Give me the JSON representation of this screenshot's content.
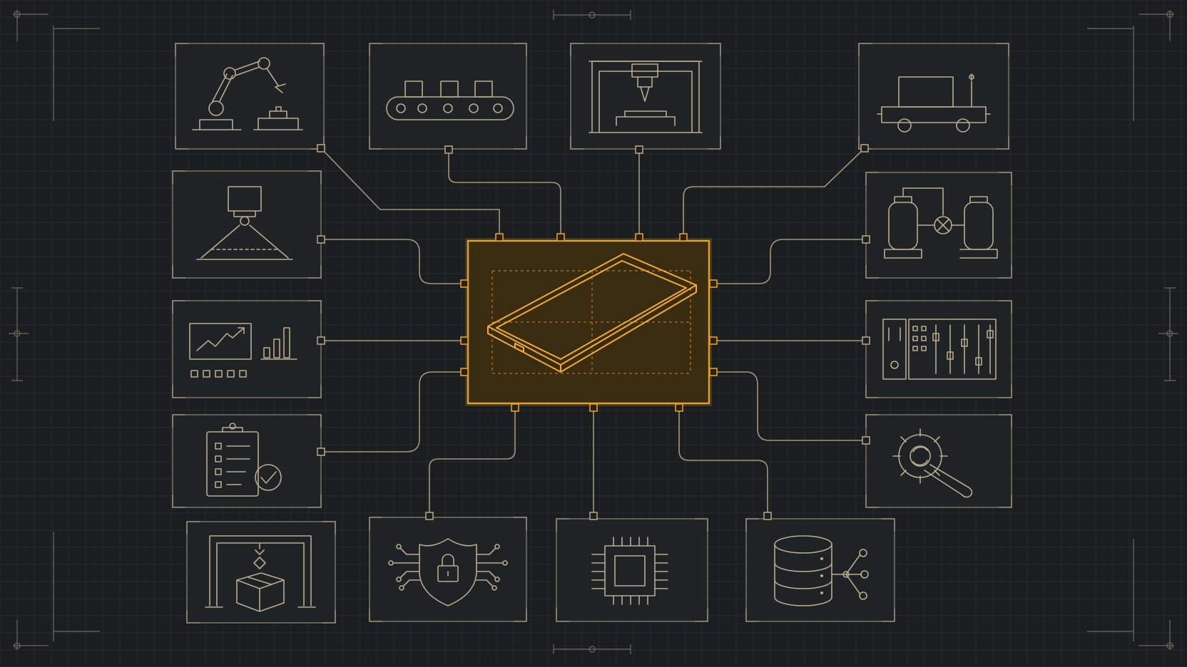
{
  "diagram": {
    "description_nodes": [
      {
        "id": "robotic-arm",
        "icon": "robotic-arm-icon"
      },
      {
        "id": "conveyor",
        "icon": "conveyor-belt-icon"
      },
      {
        "id": "cnc-machine",
        "icon": "cnc-machine-icon"
      },
      {
        "id": "transport-vehicle",
        "icon": "vehicle-icon"
      },
      {
        "id": "vision-scanner",
        "icon": "camera-scanner-icon"
      },
      {
        "id": "tanks-valve",
        "icon": "tanks-valve-icon"
      },
      {
        "id": "analytics",
        "icon": "analytics-chart-icon"
      },
      {
        "id": "control-panel",
        "icon": "control-panel-icon"
      },
      {
        "id": "checklist",
        "icon": "checklist-icon"
      },
      {
        "id": "maintenance",
        "icon": "gear-wrench-icon"
      },
      {
        "id": "packaging",
        "icon": "package-icon"
      },
      {
        "id": "security",
        "icon": "shield-lock-icon"
      },
      {
        "id": "processor",
        "icon": "chip-icon"
      },
      {
        "id": "database",
        "icon": "database-icon"
      }
    ],
    "hub": {
      "id": "device-hub",
      "icon": "smartphone-icon"
    },
    "colors": {
      "background": "#1b1e21",
      "line": "#a59676",
      "hub_accent": "#e3a128"
    }
  }
}
